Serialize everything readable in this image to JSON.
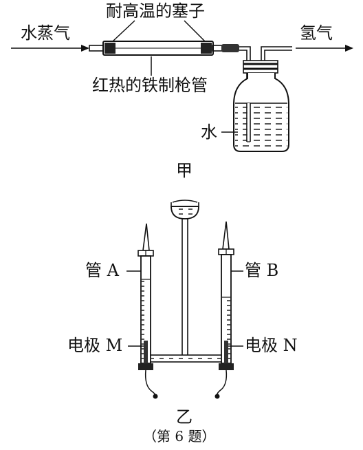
{
  "figure_a": {
    "label_stopper": "耐高温的塞子",
    "label_steam": "水蒸气",
    "label_hydrogen": "氢气",
    "label_barrel": "红热的铁制枪管",
    "label_water": "水",
    "caption": "甲"
  },
  "figure_b": {
    "label_tube_a": "管 A",
    "label_tube_b": "管 B",
    "label_electrode_m": "电极 M",
    "label_electrode_n": "电极 N",
    "caption": "乙"
  },
  "problem_label": "（第 6 题）",
  "colors": {
    "ink": "#111111",
    "paper": "#ffffff"
  }
}
